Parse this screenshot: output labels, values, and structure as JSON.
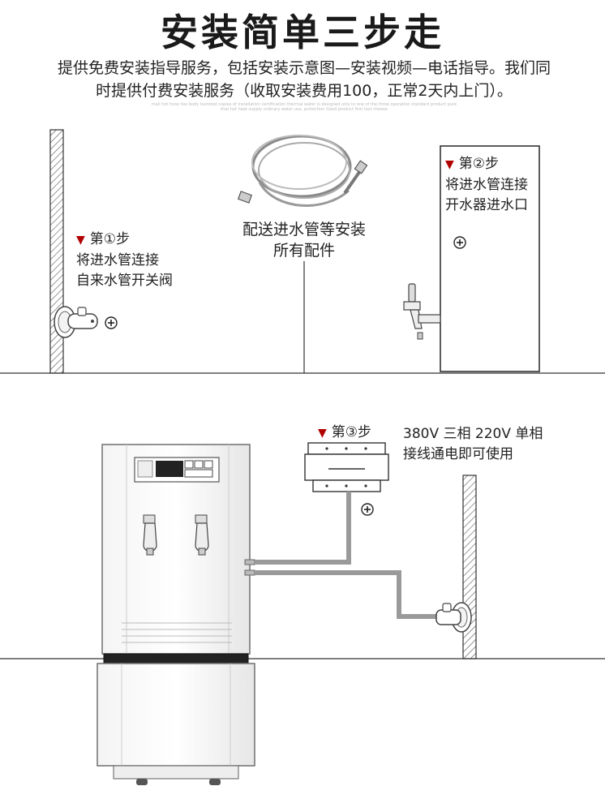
{
  "title": "安装简单三步走",
  "intro": {
    "line1": "提供免费安装指导服务，包括安装示意图—安装视频—电话指导。我们同",
    "line2": "时提供付费安装服务（收取安装费用100，正常2天内上门）。"
  },
  "fine_print": {
    "line1": "mall hot hose has body hundred copies of installation certification thermal water is designed only to one of the three operation standard product pure",
    "line2": "that hot heat supply ordinary water use, protection Good product first test choose"
  },
  "hose_note": {
    "line1": "配送进水管等安装",
    "line2": "所有配件"
  },
  "step1": {
    "header": "第①步",
    "line1": "将进水管连接",
    "line2": "自来水管开关阀"
  },
  "step2": {
    "header": "第②步",
    "line1": "将进水管连接",
    "line2": "开水器进水口"
  },
  "step3": {
    "header": "第③步",
    "line1": "380V 三相 220V 单相",
    "line2": "接线通电即可使用"
  },
  "colors": {
    "step_marker": "#b00000",
    "pipe": "#9a9a9a",
    "line": "#333333"
  },
  "icons": {
    "step_marker": "triangle-down-icon",
    "connector": "plus-circle-icon"
  }
}
